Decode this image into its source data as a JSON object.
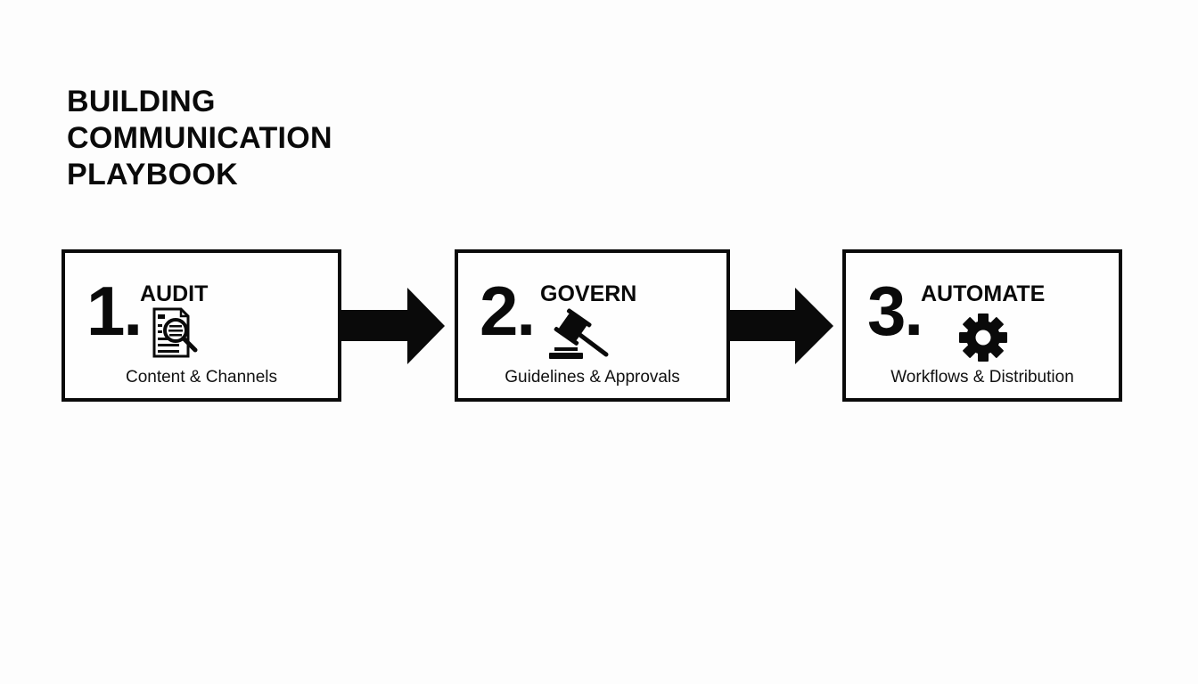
{
  "title": {
    "lines": [
      "BUILDING",
      "COMMUNICATION",
      "PLAYBOOK"
    ]
  },
  "steps": [
    {
      "number": "1.",
      "title": "AUDIT",
      "subtitle": "Content & Channels",
      "icon": "document-search-icon"
    },
    {
      "number": "2.",
      "title": "GOVERN",
      "subtitle": "Guidelines & Approvals",
      "icon": "gavel-icon"
    },
    {
      "number": "3.",
      "title": "AUTOMATE",
      "subtitle": "Workflows & Distribution",
      "icon": "gear-icon"
    }
  ],
  "connectors": [
    {
      "from": "AUDIT",
      "to": "GOVERN",
      "icon": "arrow-right-icon"
    },
    {
      "from": "GOVERN",
      "to": "AUTOMATE",
      "icon": "arrow-right-icon"
    }
  ],
  "colors": {
    "ink": "#0a0a0a",
    "background": "#fdfdfd"
  }
}
